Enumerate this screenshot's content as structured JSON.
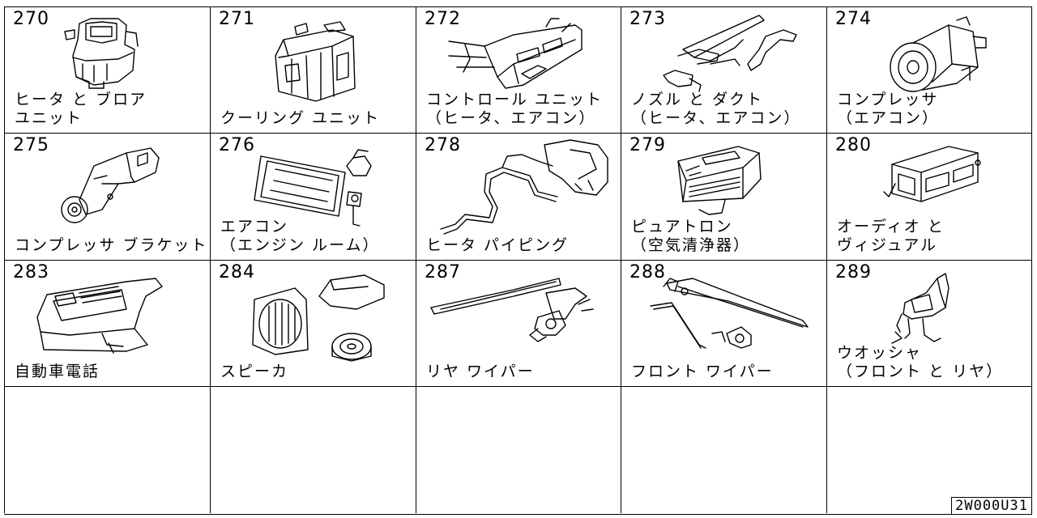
{
  "diagram_code": "2W000U31",
  "cells": [
    {
      "num": "270",
      "label": "ヒータ と ブロア\nユニット",
      "icon": "heater-blower-illustration"
    },
    {
      "num": "271",
      "label": "クーリング ユニット",
      "icon": "cooling-unit-illustration"
    },
    {
      "num": "272",
      "label": "コントロール ユニット\n（ヒータ、エアコン）",
      "icon": "control-unit-illustration"
    },
    {
      "num": "273",
      "label": "ノズル と ダクト\n（ヒータ、エアコン）",
      "icon": "nozzle-duct-illustration"
    },
    {
      "num": "274",
      "label": "コンプレッサ\n（エアコン）",
      "icon": "compressor-illustration"
    },
    {
      "num": "275",
      "label": "コンプレッサ ブラケット",
      "icon": "compressor-bracket-illustration"
    },
    {
      "num": "276",
      "label": "エアコン\n（エンジン ルーム）",
      "icon": "ac-engine-room-illustration"
    },
    {
      "num": "278",
      "label": "ヒータ パイピング",
      "icon": "heater-piping-illustration"
    },
    {
      "num": "279",
      "label": "ピュアトロン\n（空気清浄器）",
      "icon": "air-purifier-illustration"
    },
    {
      "num": "280",
      "label": "オーディオ と\nヴィジュアル",
      "icon": "audio-visual-illustration"
    },
    {
      "num": "283",
      "label": "自動車電話",
      "icon": "car-phone-illustration"
    },
    {
      "num": "284",
      "label": "スピーカ",
      "icon": "speaker-illustration"
    },
    {
      "num": "287",
      "label": "リヤ ワイパー",
      "icon": "rear-wiper-illustration"
    },
    {
      "num": "288",
      "label": "フロント ワイパー",
      "icon": "front-wiper-illustration"
    },
    {
      "num": "289",
      "label": "ウオッシャ\n（フロント と リヤ）",
      "icon": "washer-illustration"
    },
    {
      "num": "",
      "label": "",
      "icon": ""
    },
    {
      "num": "",
      "label": "",
      "icon": ""
    },
    {
      "num": "",
      "label": "",
      "icon": ""
    },
    {
      "num": "",
      "label": "",
      "icon": ""
    },
    {
      "num": "",
      "label": "",
      "icon": ""
    }
  ]
}
